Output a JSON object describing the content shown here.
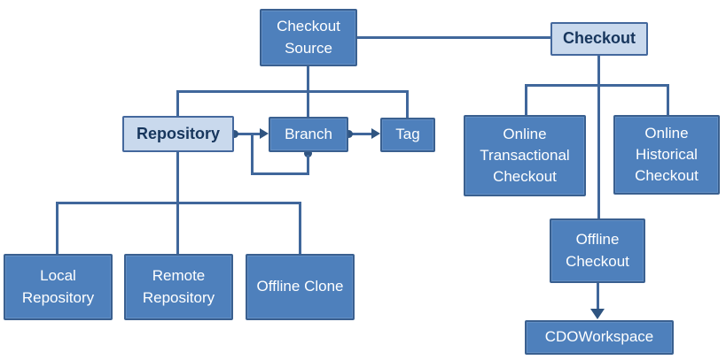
{
  "diagram": {
    "description": "Concept diagram of checkout sources: Checkout Source, Checkout types, Repository kinds, Branch and Tag relations",
    "colors": {
      "node_fill_dark": "#4e80bc",
      "node_border_dark": "#3a6090",
      "node_fill_light": "#c9d9ed",
      "node_border_light": "#44689d",
      "text_on_dark": "#ffffff",
      "text_on_light": "#17365d",
      "connector_line": "#40679b",
      "connector_marker": "#2f5480",
      "background": "#ffffff"
    },
    "nodes": {
      "checkout_source": {
        "label": "Checkout Source",
        "style": "dark"
      },
      "checkout": {
        "label": "Checkout",
        "style": "light"
      },
      "repository": {
        "label": "Repository",
        "style": "light"
      },
      "branch": {
        "label": "Branch",
        "style": "dark"
      },
      "tag": {
        "label": "Tag",
        "style": "dark"
      },
      "online_transactional_checkout": {
        "label": "Online Transactional Checkout",
        "style": "dark"
      },
      "online_historical_checkout": {
        "label": "Online Historical Checkout",
        "style": "dark"
      },
      "offline_checkout": {
        "label": "Offline Checkout",
        "style": "dark"
      },
      "cdo_workspace": {
        "label": "CDOWorkspace",
        "style": "dark"
      },
      "local_repository": {
        "label": "Local Repository",
        "style": "dark"
      },
      "remote_repository": {
        "label": "Remote Repository",
        "style": "dark"
      },
      "offline_clone": {
        "label": "Offline Clone",
        "style": "dark"
      }
    },
    "edges": [
      {
        "from": "Checkout Source",
        "to": "Checkout",
        "type": "association"
      },
      {
        "from": "Checkout Source",
        "to": "Repository",
        "type": "tree-branch"
      },
      {
        "from": "Checkout Source",
        "to": "Branch",
        "type": "tree-branch"
      },
      {
        "from": "Checkout Source",
        "to": "Tag",
        "type": "tree-branch"
      },
      {
        "from": "Repository",
        "to": "Branch",
        "type": "aggregation-arrow"
      },
      {
        "from": "Branch",
        "to": "Branch",
        "type": "aggregation-self-loop"
      },
      {
        "from": "Branch",
        "to": "Tag",
        "type": "aggregation-arrow"
      },
      {
        "from": "Repository",
        "to": "Local Repository",
        "type": "tree-branch"
      },
      {
        "from": "Repository",
        "to": "Remote Repository",
        "type": "tree-branch"
      },
      {
        "from": "Repository",
        "to": "Offline Clone",
        "type": "tree-branch"
      },
      {
        "from": "Checkout",
        "to": "Online Transactional Checkout",
        "type": "tree-branch"
      },
      {
        "from": "Checkout",
        "to": "Online Historical Checkout",
        "type": "tree-branch"
      },
      {
        "from": "Checkout",
        "to": "Offline Checkout",
        "type": "tree-branch"
      },
      {
        "from": "Offline Checkout",
        "to": "CDOWorkspace",
        "type": "directed-arrow"
      }
    ]
  }
}
